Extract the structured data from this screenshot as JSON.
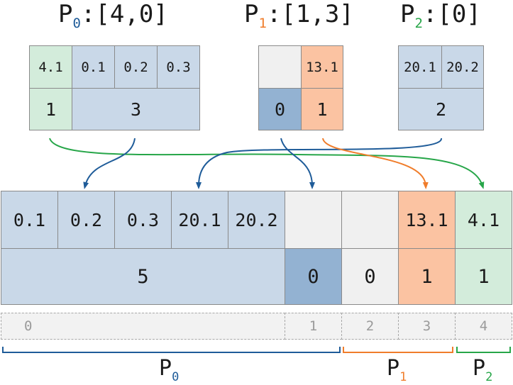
{
  "titles": {
    "p0": {
      "letter": "P",
      "sub": "0",
      "list": ":[4,0]"
    },
    "p1": {
      "letter": "P",
      "sub": "1",
      "list": ":[1,3]"
    },
    "p2": {
      "letter": "P",
      "sub": "2",
      "list": ":[0]"
    }
  },
  "p0_block": {
    "values": [
      "4.1",
      "0.1",
      "0.2",
      "0.3"
    ],
    "counts": [
      "1",
      "3"
    ]
  },
  "p1_block": {
    "values": [
      "",
      "13.1"
    ],
    "counts": [
      "0",
      "1"
    ]
  },
  "p2_block": {
    "values": [
      "20.1",
      "20.2"
    ],
    "counts": [
      "2"
    ]
  },
  "merged": {
    "values": [
      "0.1",
      "0.2",
      "0.3",
      "20.1",
      "20.2",
      "",
      "",
      "13.1",
      "4.1"
    ],
    "counts": [
      "5",
      "0",
      "0",
      "1",
      "1"
    ]
  },
  "indices": [
    "0",
    "1",
    "2",
    "3",
    "4"
  ],
  "bottom_labels": {
    "p0": {
      "letter": "P",
      "sub": "0"
    },
    "p1": {
      "letter": "P",
      "sub": "1"
    },
    "p2": {
      "letter": "P",
      "sub": "2"
    }
  },
  "colors": {
    "p0": "#1f5c99",
    "p1": "#f07d2b",
    "p2": "#27a649"
  }
}
